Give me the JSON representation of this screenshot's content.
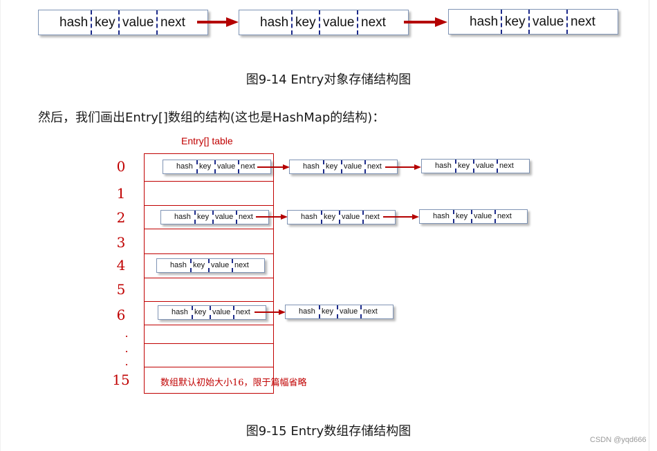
{
  "entry_fields": {
    "hash": "hash",
    "key": "key",
    "value": "value",
    "next": "next"
  },
  "caption_top": "图9-14 Entry对象存储结构图",
  "paragraph": "然后，我们画出Entry[]数组的结构(这也是HashMap的结构)：",
  "table_label": "Entry[]  table",
  "indices": [
    "0",
    "1",
    "2",
    "3",
    "4",
    "5",
    "6",
    ".",
    ".",
    ".",
    "15"
  ],
  "table_note": "数组默认初始大小16，限于篇幅省略",
  "caption_bottom": "图9-15 Entry数组存储结构图",
  "watermark": "CSDN @yqd666",
  "colors": {
    "table_red": "#c00000",
    "arrow_red": "#b40000",
    "separator_blue": "#1c2a8a",
    "node_border": "#7f94b5"
  }
}
